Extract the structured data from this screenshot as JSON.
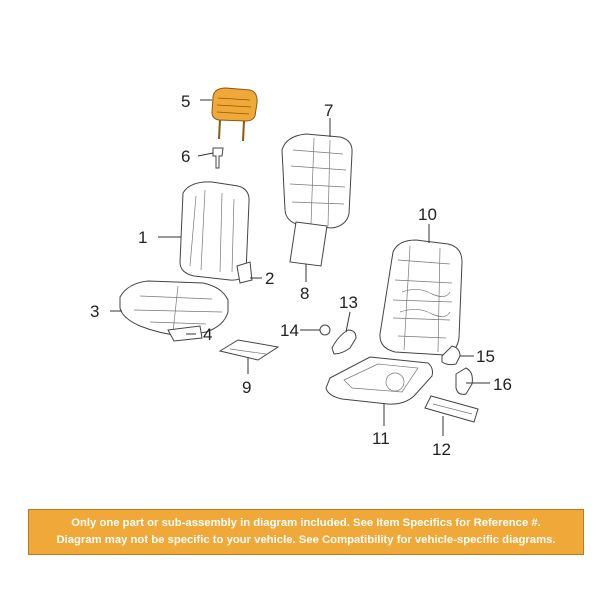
{
  "callouts": {
    "c1": "1",
    "c2": "2",
    "c3": "3",
    "c4": "4",
    "c5": "5",
    "c6": "6",
    "c7": "7",
    "c8": "8",
    "c9": "9",
    "c10": "10",
    "c11": "11",
    "c12": "12",
    "c13": "13",
    "c14": "14",
    "c15": "15",
    "c16": "16"
  },
  "highlight_color": "#f0a838",
  "banner": {
    "line1": "Only one part or sub-assembly in diagram included. See Item Specifics for Reference #.",
    "line2": "Diagram may not be specific to your vehicle. See Compatibility for vehicle-specific diagrams."
  }
}
